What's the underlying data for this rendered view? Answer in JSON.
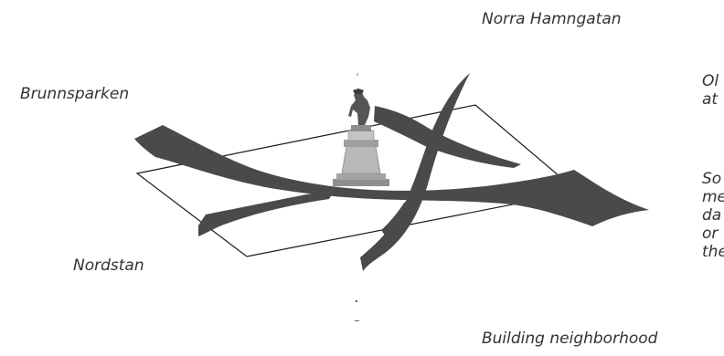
{
  "labels": {
    "north": "Norra Hamngatan",
    "west": "Brunnsparken",
    "southwest": "Nordstan",
    "south": "Building neighborhood"
  },
  "side_notes": {
    "note_1": [
      "Ol",
      "at"
    ],
    "note_2": [
      "So",
      "me",
      "da",
      "or",
      "the"
    ]
  },
  "colors": {
    "band": "#4a4a48",
    "plane_outline": "#1a1a1a",
    "statue_pedestal": "#b8b8b8",
    "statue_figure": "#555555",
    "text": "#333333"
  }
}
